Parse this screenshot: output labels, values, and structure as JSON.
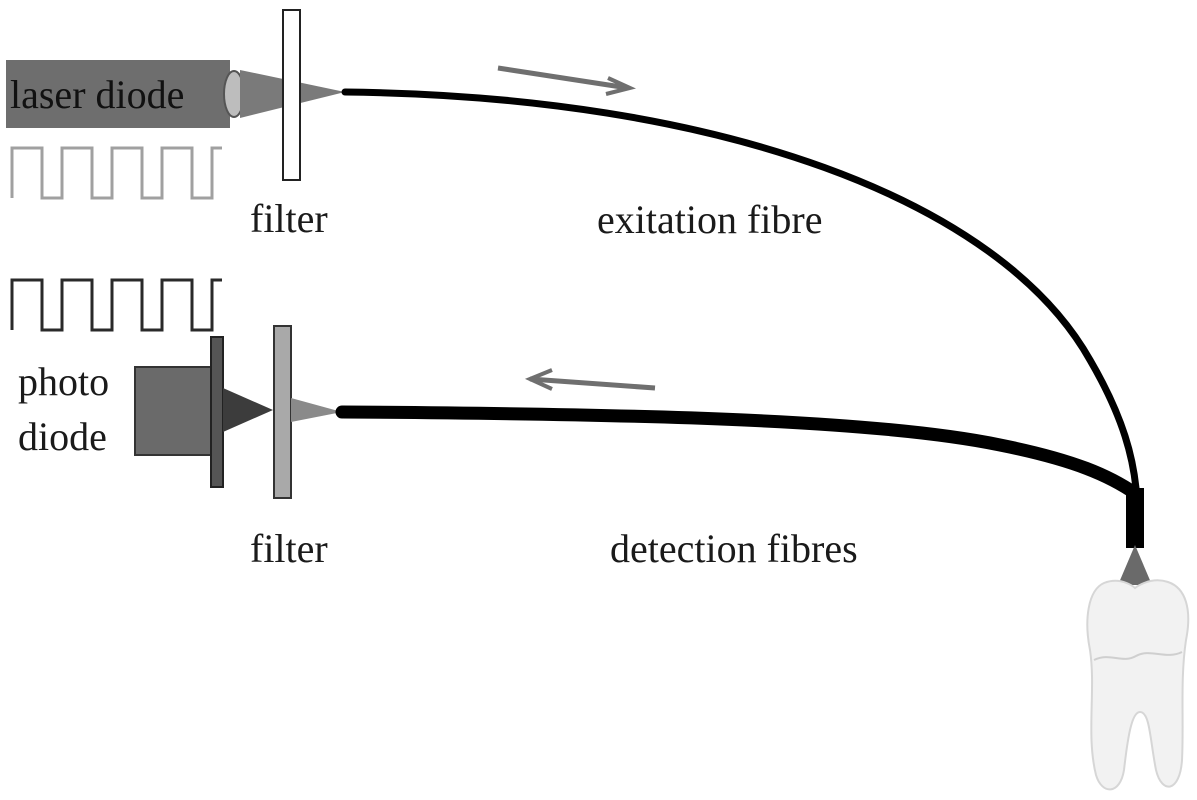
{
  "labels": {
    "laser_diode": "laser diode",
    "filter_top": "filter",
    "excitation_fibre": "exitation fibre",
    "photo_diode_line1": "photo",
    "photo_diode_line2": "diode",
    "filter_bottom": "filter",
    "detection_fibres": "detection fibres"
  },
  "icons": {
    "laser": "laser-diode-icon",
    "photodiode": "photodiode-icon",
    "tooth": "tooth-icon",
    "arrow_out": "arrow-right-icon",
    "arrow_in": "arrow-left-icon"
  },
  "colors": {
    "laser_body": "#6e6e6e",
    "filter_top": "#ffffff",
    "filter_bottom": "#a9a9a9",
    "photodiode_body": "#6a6a6a",
    "fibre": "#000000",
    "arrow": "#6f6f6f",
    "pulse_top": "#a0a0a0",
    "pulse_bottom": "#2a2a2a",
    "tooth": "#f2f2f2"
  }
}
